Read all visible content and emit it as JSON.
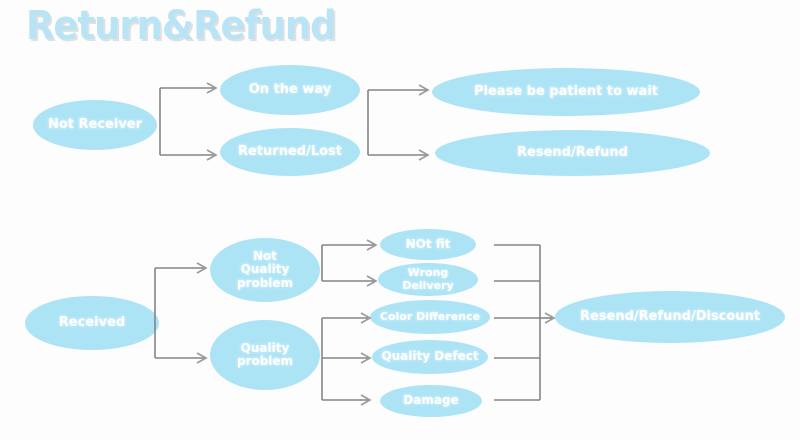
{
  "title": "Return&Refund",
  "colors": {
    "node_fill": "#ace4f6",
    "node_text": "#ffffff",
    "connector": "#858585",
    "title_text": "#b9e4f6",
    "background": "#fdfdfd"
  },
  "flow_not_received": {
    "start": {
      "label": "Not Receiver"
    },
    "stage2": [
      {
        "label": "On the way"
      },
      {
        "label": "Returned/Lost"
      }
    ],
    "stage3": [
      {
        "label": "Please be patient to wait"
      },
      {
        "label": "Resend/Refund"
      }
    ]
  },
  "flow_received": {
    "start": {
      "label": "Received"
    },
    "stage2": [
      {
        "label": "Not\nQuality\nproblem"
      },
      {
        "label": "Quality\nproblem"
      }
    ],
    "stage3": [
      {
        "label": "NOt fit"
      },
      {
        "label": "Wrong\nDelivery"
      },
      {
        "label": "Color Difference"
      },
      {
        "label": "Quality Defect"
      },
      {
        "label": "Damage"
      }
    ],
    "outcome": {
      "label": "Resend/Refund/Discount"
    }
  }
}
